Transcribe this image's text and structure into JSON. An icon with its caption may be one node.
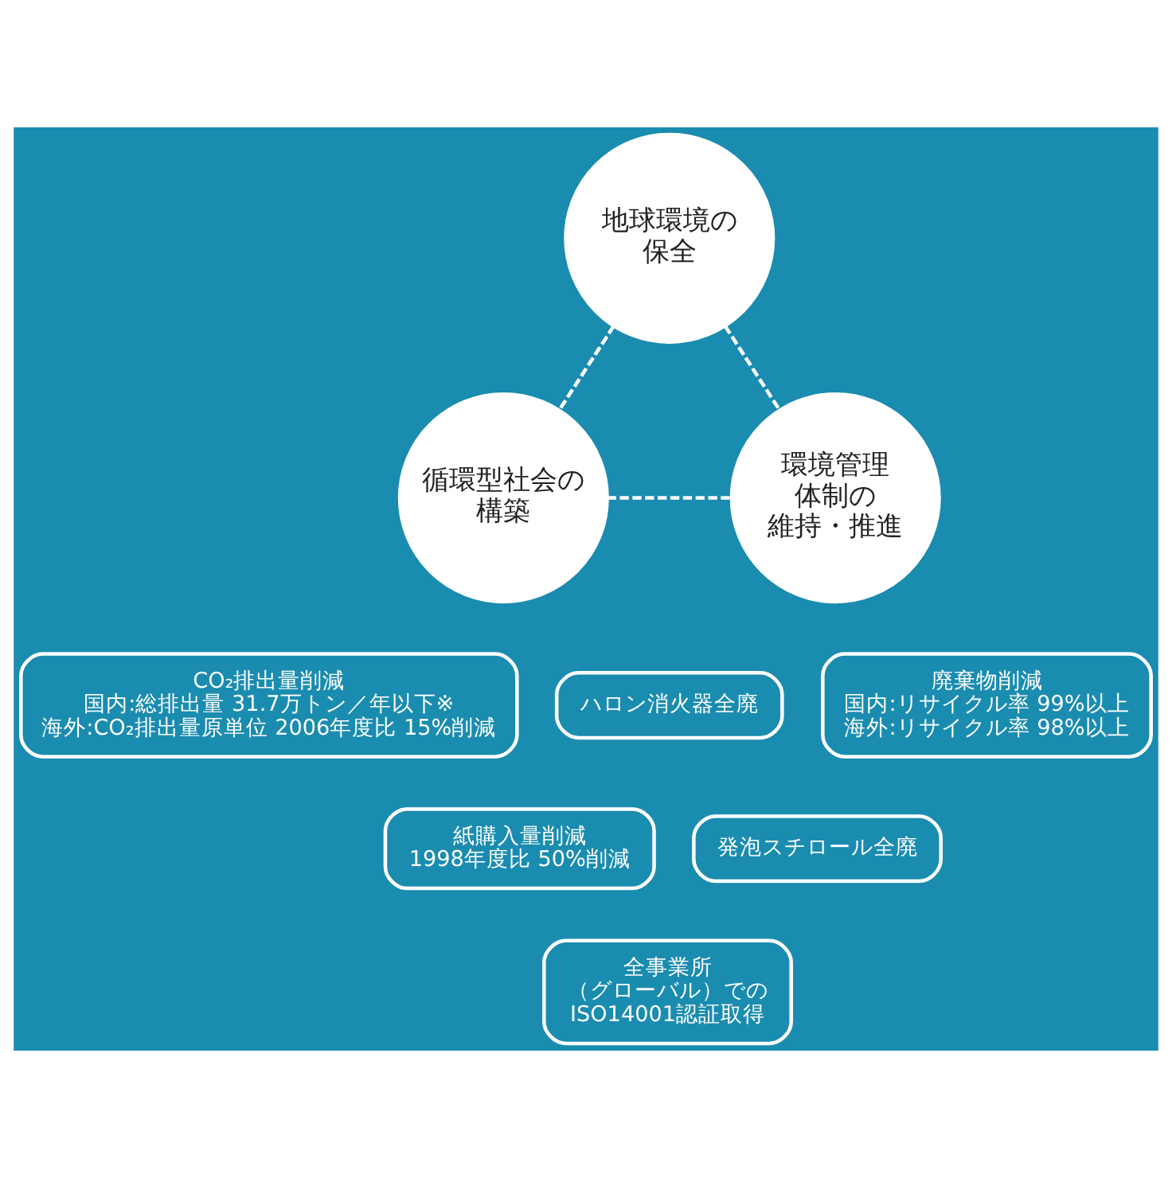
{
  "diagram": {
    "nodes": [
      {
        "text": [
          "地球環境の保全"
        ]
      },
      {
        "text": [
          "循環型社会の構築"
        ]
      },
      {
        "text": [
          "環境管理体制の維持・推進"
        ]
      },
      {
        "text": [
          "CO₂排出量削減",
          "国内:総排出量 31.7万トン／年以下※",
          "海外:CO₂排出量原単位 2006年度比 15%削減"
        ]
      },
      {
        "text": [
          "ハロン消火器全廃"
        ]
      },
      {
        "text": [
          "廃棄物削減",
          "国内:リサイクル率 99%以上",
          "海外:リサイクル率 98%以上"
        ]
      },
      {
        "text": [
          "紙購入量削減",
          "1998年度比 50%削減"
        ]
      },
      {
        "text": [
          "発泡スチロール全廃"
        ]
      },
      {
        "text": [
          "全事業所（グローバル）でのISO14001認証取得"
        ]
      }
    ],
    "edges": [
      {
        "from": 0,
        "to": 1,
        "arrow": "none",
        "style": "dashed"
      },
      {
        "from": 0,
        "to": 2,
        "arrow": "none",
        "style": "dashed"
      },
      {
        "from": 1,
        "to": 2,
        "arrow": "none",
        "style": "dashed"
      }
    ]
  }
}
